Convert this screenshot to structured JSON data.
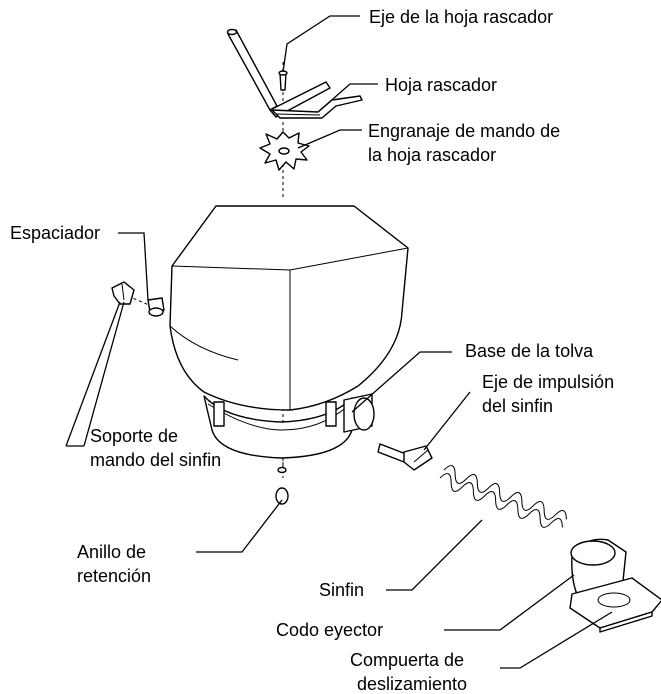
{
  "labels": {
    "scraper_shaft": "Eje de la hoja rascador",
    "scraper_blade": "Hoja rascador",
    "drive_gear_line1": "Engranaje de mando de",
    "drive_gear_line2": "la hoja rascador",
    "spacer": "Espaciador",
    "hopper_base": "Base de la tolva",
    "auger_drive_shaft_line1": "Eje de impulsión",
    "auger_drive_shaft_line2": "del sinfin",
    "auger_drive_support_line1": "Soporte de",
    "auger_drive_support_line2": "mando del sinfin",
    "retaining_ring_line1": "Anillo de",
    "retaining_ring_line2": "retención",
    "auger": "Sinfin",
    "ejector_elbow": "Codo eyector",
    "slide_gate_line1": "Compuerta de",
    "slide_gate_line2": "deslizamiento"
  }
}
